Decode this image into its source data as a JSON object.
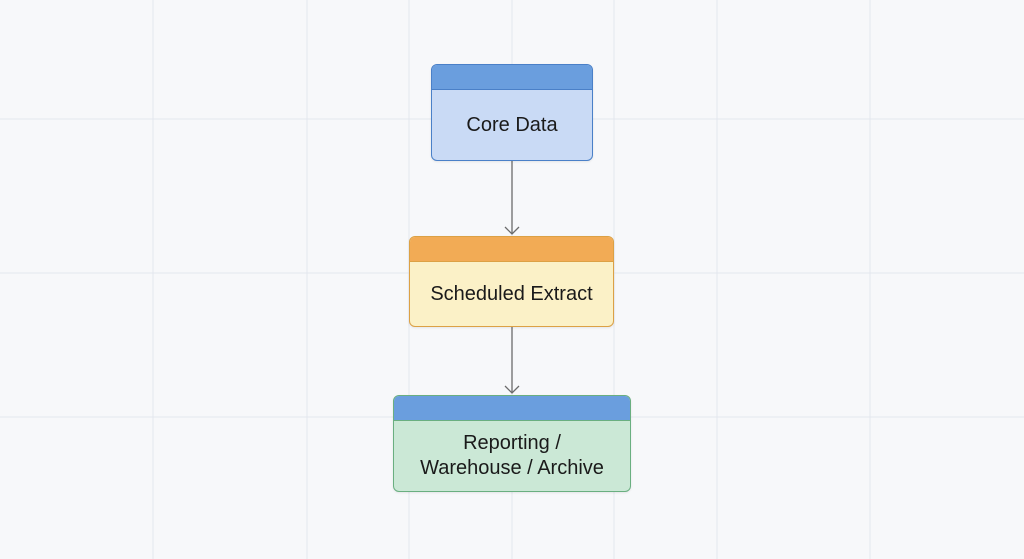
{
  "diagram": {
    "nodes": [
      {
        "id": "n1",
        "label": "Core Data",
        "header_color": "#6a9ede",
        "body_color": "#c9daf5",
        "border_color": "#4a80c8"
      },
      {
        "id": "n2",
        "label": "Scheduled Extract",
        "header_color": "#f2ab55",
        "body_color": "#fbf1c7",
        "border_color": "#dca145"
      },
      {
        "id": "n3",
        "label": "Reporting /\nWarehouse / Archive",
        "header_color": "#6a9ede",
        "body_color": "#cbe8d6",
        "border_color": "#6aaf80"
      }
    ],
    "edges": [
      {
        "from": "n1",
        "to": "n2"
      },
      {
        "from": "n2",
        "to": "n3"
      }
    ]
  },
  "colors": {
    "background": "#f7f8fa",
    "grid": "#e3e7ee",
    "arrow": "#6b6b6b"
  }
}
